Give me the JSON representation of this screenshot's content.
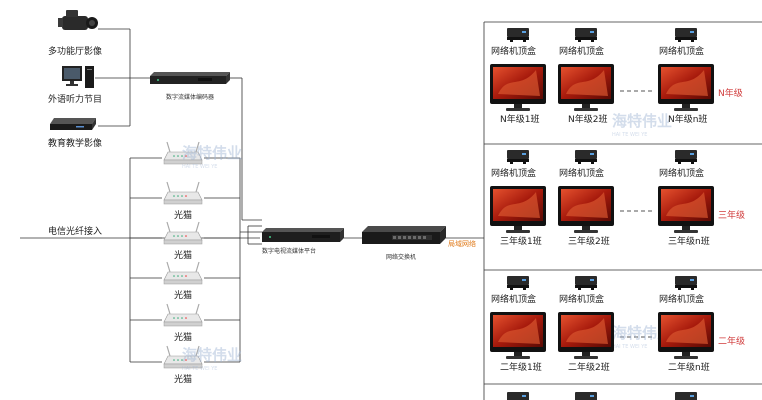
{
  "sources": {
    "camera": "多功能厅影像",
    "pc": "外语听力节目",
    "dvd": "教育教学影像"
  },
  "encoder_label": "数字流媒体编码器",
  "telecom_label": "电信光纤接入",
  "modem_label": "光猫",
  "platform_label": "数字电视流媒体平台",
  "switch_label": "网络交换机",
  "network_label": "局域网络",
  "stb_label": "网络机顶盒",
  "watermark": "海特伟业",
  "watermark_sub": "HAI TE WEI YE",
  "grades": [
    {
      "grade": "N年级",
      "classes": [
        "N年级1班",
        "N年级2班",
        "N年级n班"
      ]
    },
    {
      "grade": "三年级",
      "classes": [
        "三年级1班",
        "三年级2班",
        "三年级n班"
      ]
    },
    {
      "grade": "二年级",
      "classes": [
        "二年级1班",
        "二年级2班",
        "二年级n班"
      ]
    }
  ],
  "colors": {
    "line": "#333333",
    "grade_label": "#d03a3a",
    "network_label": "#e07a1a",
    "watermark": "#9fb4d4"
  }
}
